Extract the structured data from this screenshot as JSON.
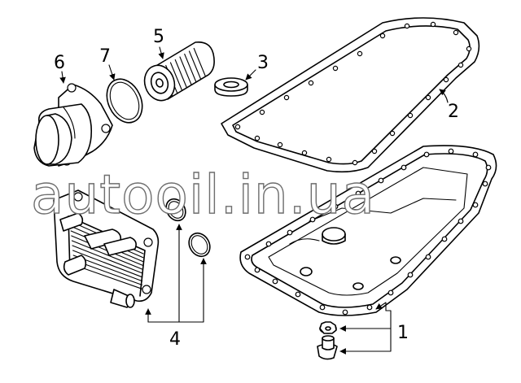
{
  "watermark": "autooil.in.ua",
  "callouts": [
    {
      "id": "1",
      "text": "1"
    },
    {
      "id": "2",
      "text": "2"
    },
    {
      "id": "3",
      "text": "3"
    },
    {
      "id": "4",
      "text": "4"
    },
    {
      "id": "5",
      "text": "5"
    },
    {
      "id": "6",
      "text": "6"
    },
    {
      "id": "7",
      "text": "7"
    }
  ]
}
